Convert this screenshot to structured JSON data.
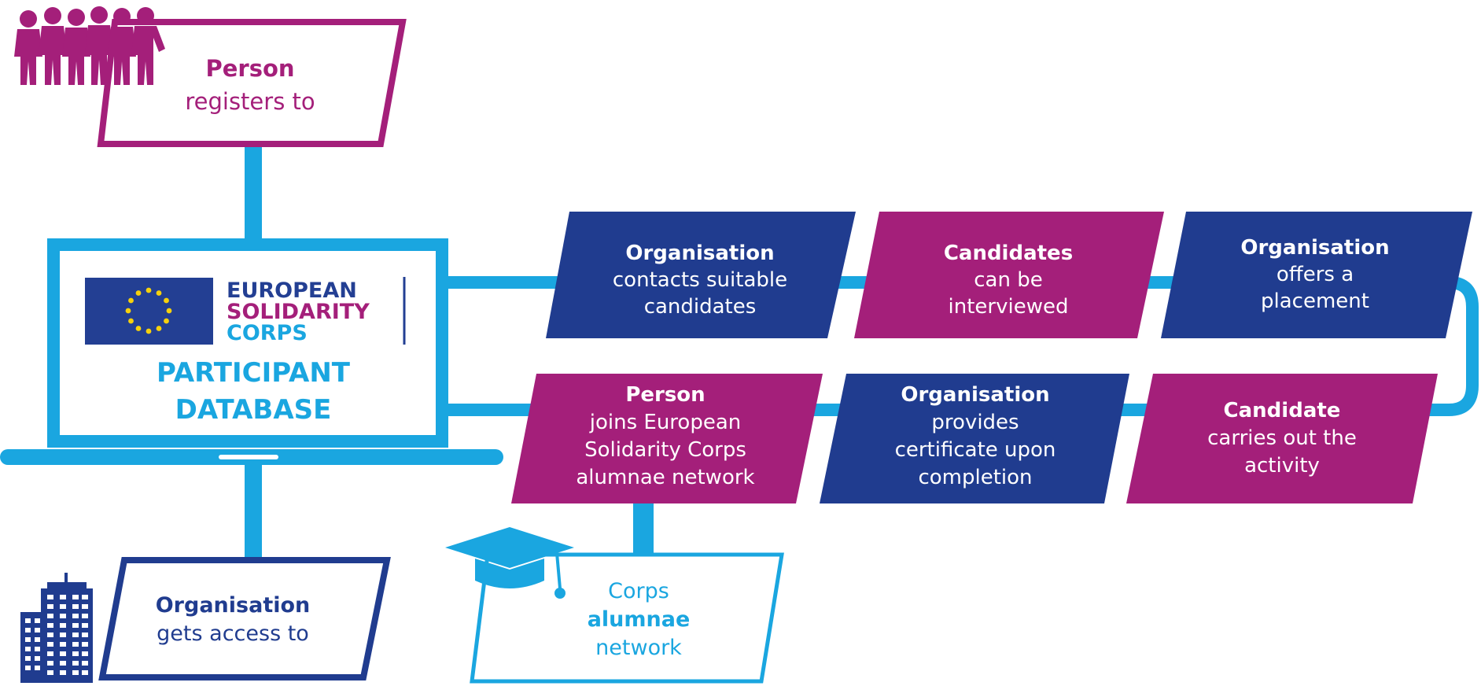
{
  "colors": {
    "light_blue": "#1aa6e0",
    "navy": "#203c8f",
    "magenta": "#a41f7a",
    "eu_blue": "#233f93",
    "eu_star": "#f6d10d",
    "white": "#ffffff"
  },
  "person_box": {
    "title": "Person",
    "subtitle": "registers to",
    "icon": "people-group-icon"
  },
  "organisation_box": {
    "title": "Organisation",
    "subtitle": "gets access to",
    "icon": "office-building-icon"
  },
  "laptop": {
    "icon": "laptop-icon",
    "logo_icon": "eu-flag-icon",
    "logo_line1": "EUROPEAN",
    "logo_line2": "SOLIDARITY",
    "logo_line3": "CORPS",
    "screen_line1": "PARTICIPANT",
    "screen_line2": "DATABASE"
  },
  "alumnae_box": {
    "line1": "Corps",
    "line2": "alumnae",
    "line3": "network",
    "icon": "graduation-cap-icon"
  },
  "steps_row1": [
    {
      "title": "Organisation",
      "line1": "contacts suitable",
      "line2": "candidates",
      "color": "navy"
    },
    {
      "title": "Candidates",
      "line1": "can be",
      "line2": "interviewed",
      "color": "magenta"
    },
    {
      "title": "Organisation",
      "line1": "offers a",
      "line2": "placement",
      "color": "navy"
    }
  ],
  "steps_row2": [
    {
      "title": "Person",
      "line1": "joins European",
      "line2": "Solidarity Corps",
      "line3": "alumnae network",
      "color": "magenta"
    },
    {
      "title": "Organisation",
      "line1": "provides",
      "line2": "certificate upon",
      "line3": "completion",
      "color": "navy"
    },
    {
      "title": "Candidate",
      "line1": "carries out the",
      "line2": "activity",
      "color": "magenta"
    }
  ]
}
